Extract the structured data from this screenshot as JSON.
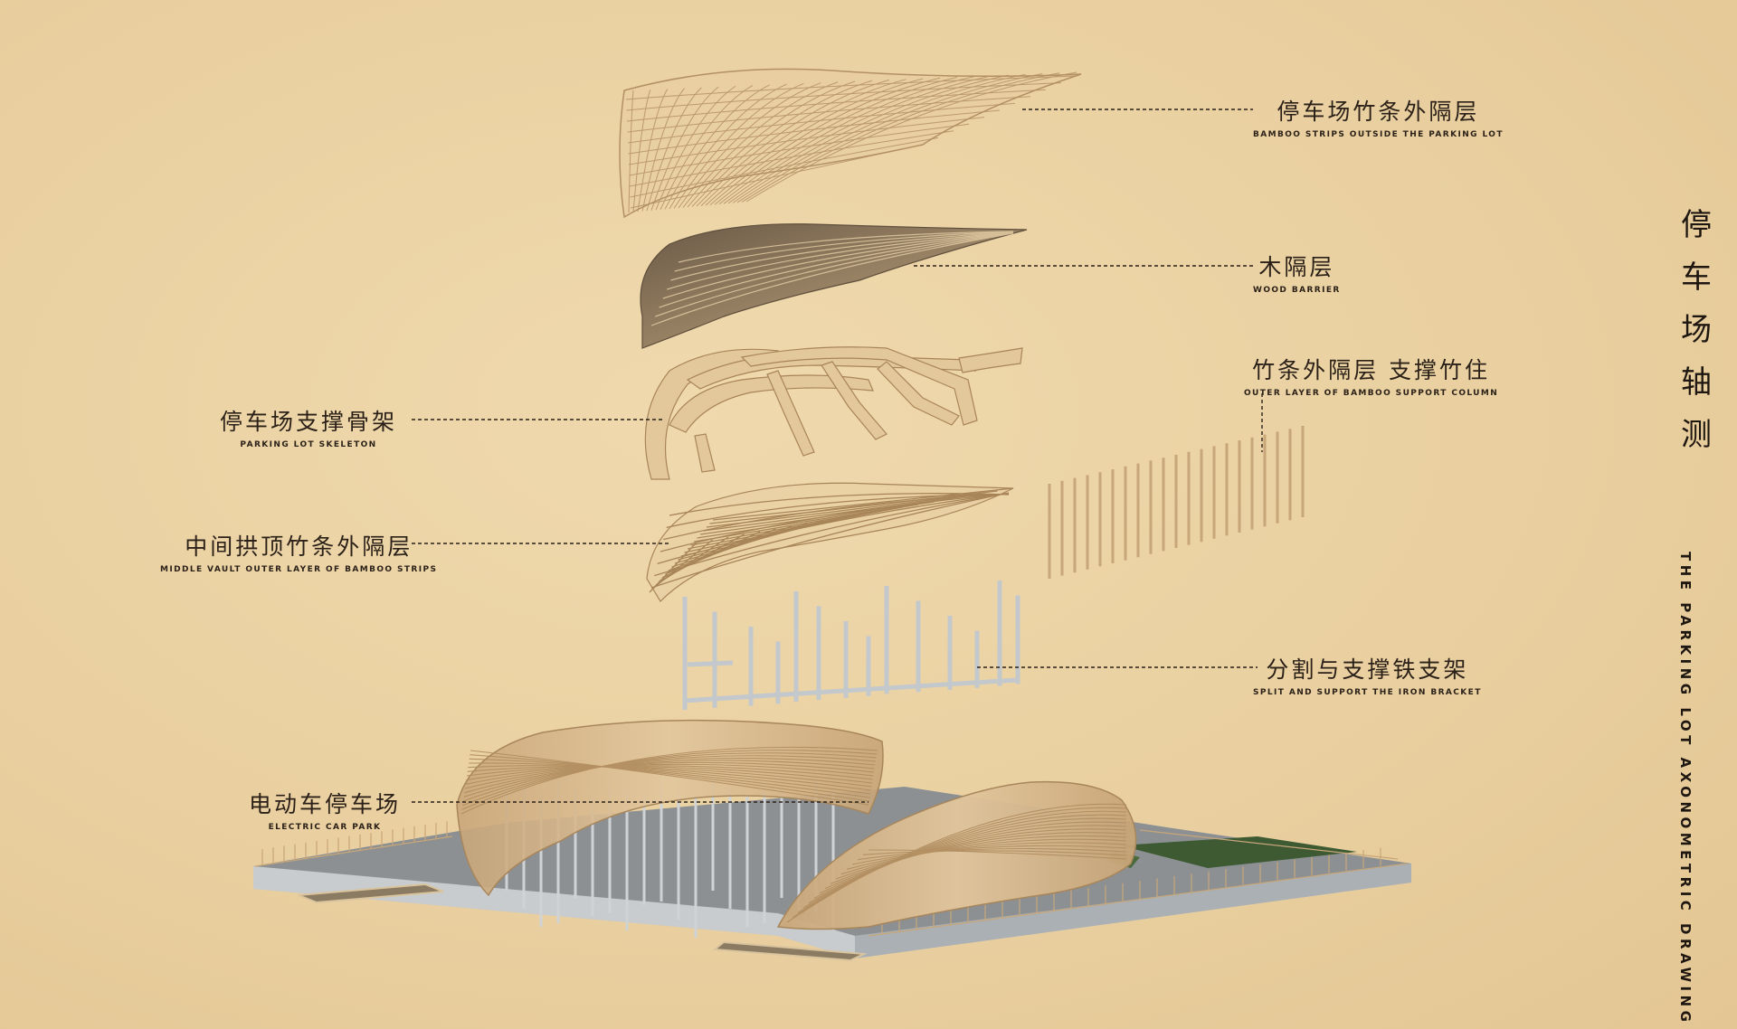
{
  "title": {
    "vertical_zh": [
      "停",
      "车",
      "场",
      "轴",
      "测"
    ],
    "subtitle_en": "THE PARKING LOT AXONOMETRIC DRAWING"
  },
  "labels": {
    "outer_layer": {
      "zh": "停车场竹条外隔层",
      "en": "BAMBOO STRIPS OUTSIDE THE PARKING LOT"
    },
    "wood_barrier": {
      "zh": "木隔层",
      "en": "WOOD BARRIER"
    },
    "support_column": {
      "zh": "竹条外隔层 支撑竹住",
      "en": "OUTER LAYER OF BAMBOO SUPPORT COLUMN"
    },
    "skeleton": {
      "zh": "停车场支撑骨架",
      "en": "PARKING LOT SKELETON"
    },
    "middle_vault": {
      "zh": "中间拱顶竹条外隔层",
      "en": "MIDDLE VAULT OUTER LAYER OF BAMBOO STRIPS"
    },
    "iron_bracket": {
      "zh": "分割与支撑铁支架",
      "en": "SPLIT AND SUPPORT THE IRON BRACKET"
    },
    "car_park": {
      "zh": "电动车停车场",
      "en": "ELECTRIC CAR PARK"
    }
  },
  "colors": {
    "background": "#ecd4a6",
    "bamboo": "#d9b98a",
    "bamboo_dark": "#b8956a",
    "wood_dark": "#7a6650",
    "iron": "#c9cdd2",
    "base_gray": "#8a8e92",
    "base_side": "#c2c5c8",
    "lawn": "#3f5a34",
    "ink": "#2b2118"
  }
}
